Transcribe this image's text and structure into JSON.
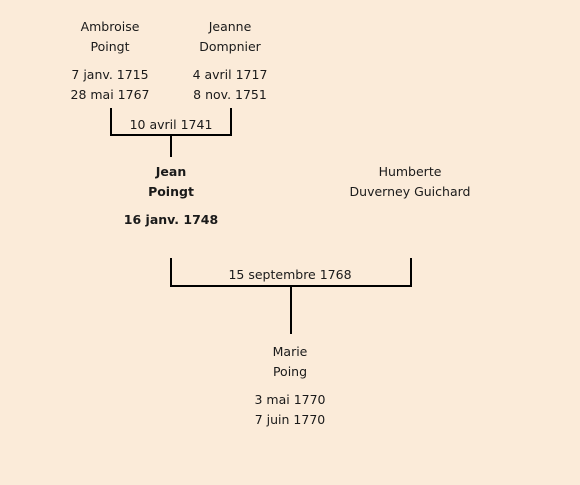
{
  "grandfather": {
    "first": "Ambroise",
    "last": "Poingt",
    "born": "7 janv. 1715",
    "died": "28 mai 1767"
  },
  "grandmother": {
    "first": "Jeanne",
    "last": "Dompnier",
    "born": "4 avril 1717",
    "died": "8 nov. 1751"
  },
  "grandparents_marriage": "10 avril 1741",
  "father": {
    "first": "Jean",
    "last": "Poingt",
    "born": "16 janv. 1748"
  },
  "mother": {
    "first": "Humberte",
    "last": "Duverney Guichard"
  },
  "parents_marriage": "15 septembre 1768",
  "child": {
    "first": "Marie",
    "last": "Poing",
    "born": "3 mai 1770",
    "died": "7 juin 1770"
  }
}
